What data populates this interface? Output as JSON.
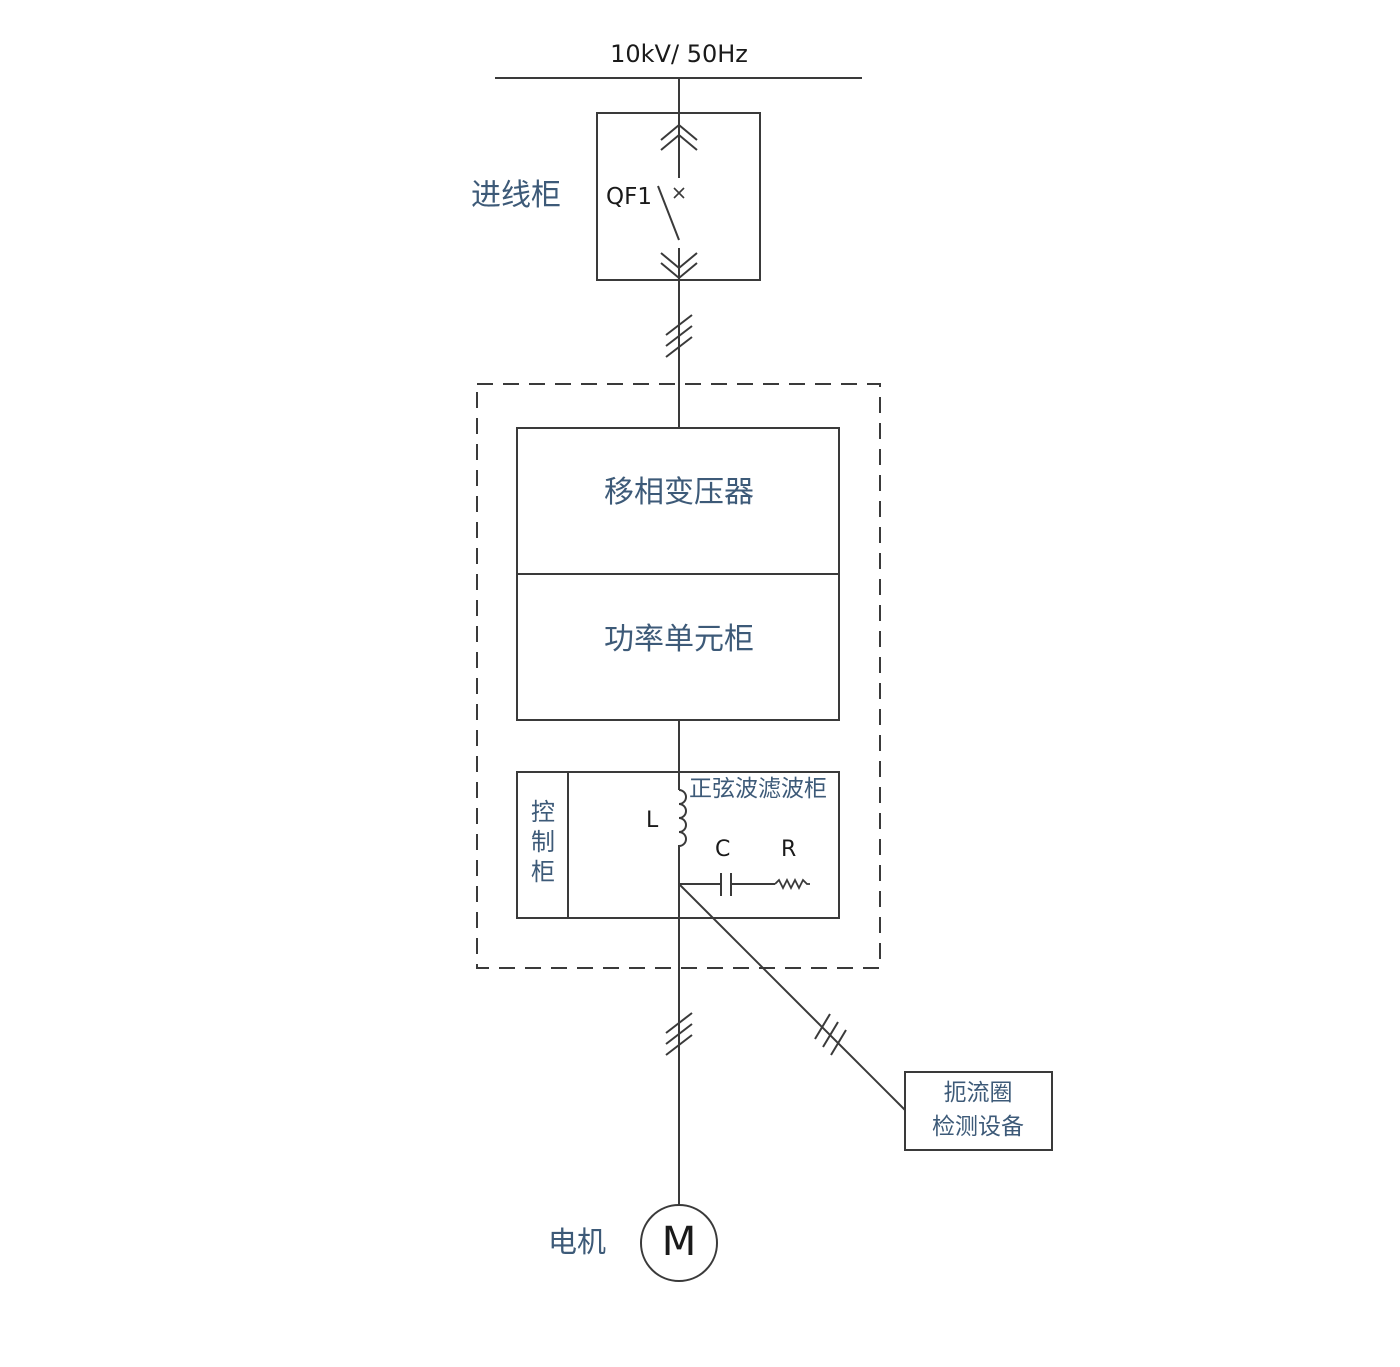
{
  "bus": {
    "label": "10kV/ 50Hz"
  },
  "incoming_cabinet": {
    "label": "进线柜",
    "breaker_label": "QF1"
  },
  "vfd": {
    "transformer_label": "移相变压器",
    "power_unit_label": "功率单元柜",
    "control_cabinet_label": [
      "控",
      "制",
      "柜"
    ],
    "filter_cabinet_label": "正弦波滤波柜",
    "inductor_label": "L",
    "capacitor_label": "C",
    "resistor_label": "R"
  },
  "detector": {
    "line1": "扼流圈",
    "line2": "检测设备"
  },
  "motor": {
    "label": "电机",
    "symbol": "M"
  },
  "colors": {
    "line": "#3a3a3a",
    "label_blue": "#3d5a78",
    "text_black": "#1a1a1a"
  }
}
